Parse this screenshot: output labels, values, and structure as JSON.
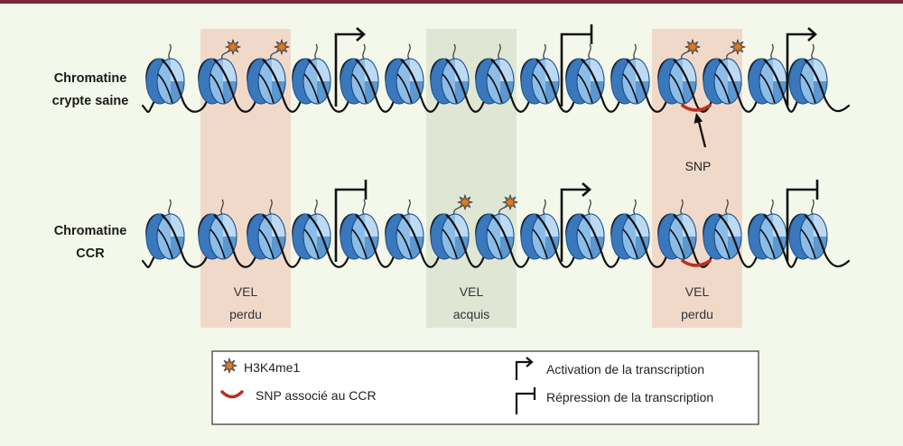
{
  "rows": [
    {
      "label_line1": "Chromatine",
      "label_line2": "crypte saine",
      "region_marks": [
        "h3k4me1-star-icon",
        "",
        "h3k4me1-star-icon"
      ],
      "region_variants": [
        "",
        "",
        "snp-arc-icon"
      ],
      "transcription_icons": [
        "activation-arrow-icon",
        "repression-arrow-icon",
        "activation-arrow-icon"
      ]
    },
    {
      "label_line1": "Chromatine",
      "label_line2": "CCR",
      "region_marks": [
        "",
        "h3k4me1-star-icon",
        ""
      ],
      "region_variants": [
        "",
        "",
        "snp-arc-icon"
      ],
      "transcription_icons": [
        "repression-arrow-icon",
        "activation-arrow-icon",
        "repression-arrow-icon"
      ]
    }
  ],
  "regions": [
    {
      "label_line1": "VEL",
      "label_line2": "perdu",
      "fill": "#f1d9c9"
    },
    {
      "label_line1": "VEL",
      "label_line2": "acquis",
      "fill": "#dfe7d4"
    },
    {
      "label_line1": "VEL",
      "label_line2": "perdu",
      "fill": "#f1d9c9"
    }
  ],
  "snp_callout": "SNP",
  "legend": {
    "h3k4me1": "H3K4me1",
    "snp": "SNP associé au CCR",
    "activation": "Activation de la transcription",
    "repression": "Répression de la transcription"
  },
  "colors": {
    "background": "#f3f8ea",
    "top_rule": "#7b2637",
    "nucleosome_light": "#8cbde8",
    "nucleosome_highlight": "#bcdaf4",
    "nucleosome_mid": "#5b97d1",
    "nucleosome_dark": "#3a78bd",
    "nucleosome_outline": "#1f4f85",
    "snp": "#b8321e",
    "star": "#e07a1f",
    "dna": "#111111",
    "legend_box": "#ffffff"
  }
}
